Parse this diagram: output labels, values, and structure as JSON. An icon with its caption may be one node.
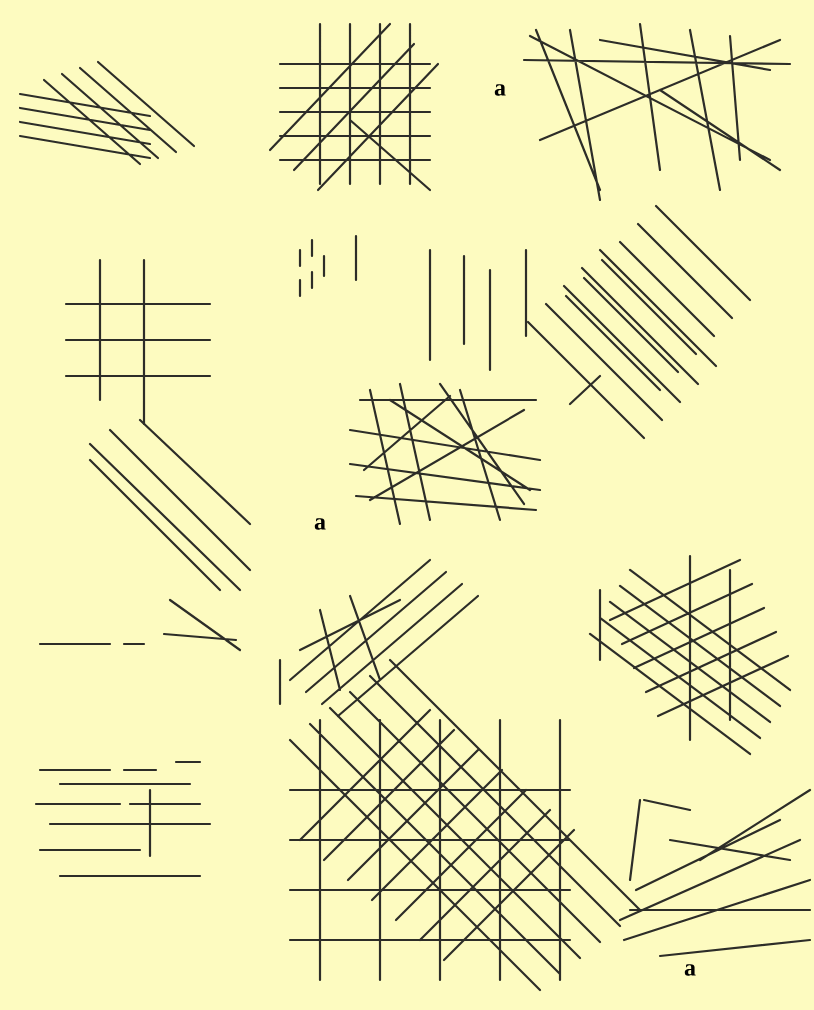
{
  "diagram": {
    "labels": [
      "a",
      "a",
      "a"
    ]
  }
}
